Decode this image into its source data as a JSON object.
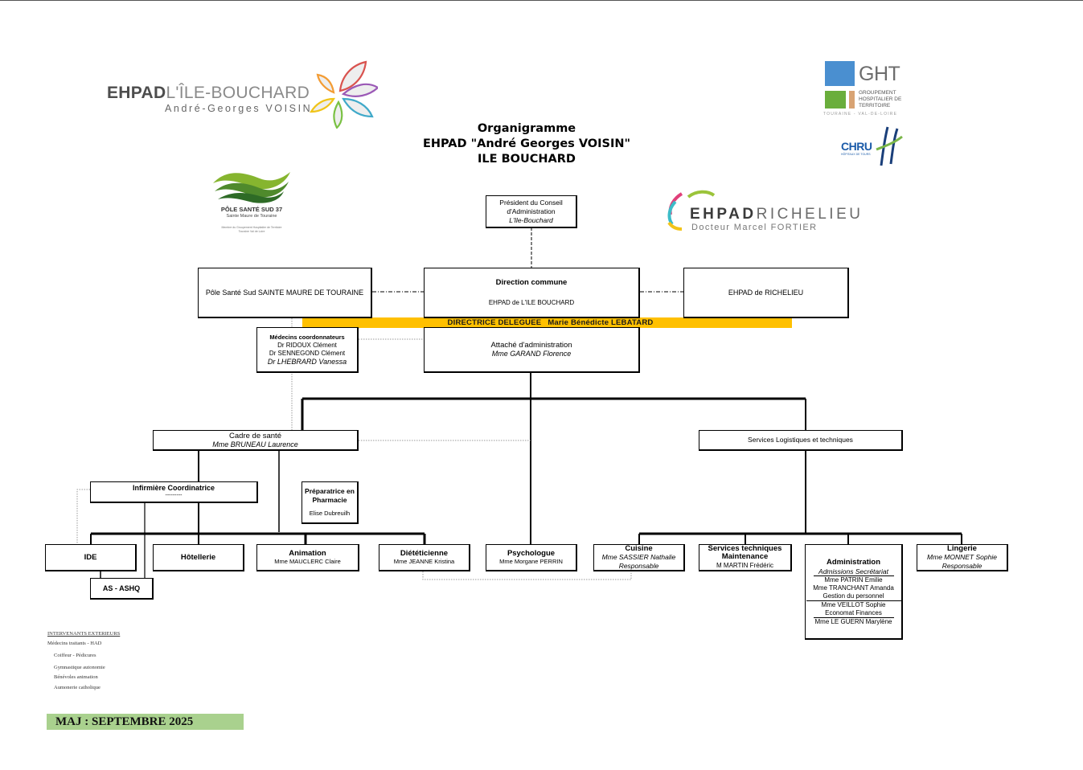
{
  "title": {
    "line1": "Organigramme",
    "line2": "EHPAD \"André Georges VOISIN\"",
    "line3": "ILE BOUCHARD"
  },
  "logos": {
    "ehpad_ile_bouchard": {
      "bold": "EHPAD",
      "light": "L'ÎLE-BOUCHARD",
      "subtitle": "André-Georges VOISIN"
    },
    "ght": {
      "acronym": "GHT",
      "line1": "GROUPEMENT",
      "line2": "HOSPITALIER DE",
      "line3": "TERRITOIRE",
      "region": "TOURAINE  -  VAL-DE-LOIRE"
    },
    "chru": {
      "name": "CHRU",
      "sub": "HÔPITAUX DE TOURS"
    },
    "pole_sante": {
      "name": "PÔLE SANTÉ SUD 37",
      "place": "Sainte Maure de Touraine",
      "note1": "Membre du Groupement Hospitalier de Territoire",
      "note2": "Touraine Val de Loire"
    },
    "ehpad_richelieu": {
      "bold": "EHPAD",
      "light": "RICHELIEU",
      "subtitle": "Docteur Marcel FORTIER"
    }
  },
  "colors": {
    "band": "#FFC000",
    "maj": "#A9D18E",
    "ght_blue": "#4A8FD0",
    "ght_green": "#6AAE3C",
    "ght_tan": "#D8A373"
  },
  "nodes": {
    "president": {
      "line1": "Président du Conseil",
      "line2": "d'Administration",
      "line3": "L'Ile-Bouchard"
    },
    "pole_sud": {
      "label": "Pôle Santé Sud SAINTE MAURE DE TOURAINE"
    },
    "direction": {
      "title": "Direction commune",
      "sub": "EHPAD de L'ILE BOUCHARD"
    },
    "richelieu": {
      "label": "EHPAD de RICHELIEU"
    },
    "directrice": {
      "role": "DIRECTRICE DELEGUEE",
      "name": "Marie Bénédicte LEBATARD"
    },
    "medecins": {
      "title": "Médecins coordonnateurs",
      "m1": "Dr RIDOUX Clément",
      "m2": "Dr SENNEGOND Clément",
      "m3": "Dr LHEBRARD Vanessa"
    },
    "attache": {
      "title": "Attaché d'administration",
      "name": "Mme GARAND Florence"
    },
    "cadre": {
      "title": "Cadre de santé",
      "name": "Mme BRUNEAU Laurence"
    },
    "logistique": {
      "label": "Services Logistiques et techniques"
    },
    "infirmiere": {
      "title": "Infirmière Coordinatrice",
      "name": "---------"
    },
    "preparatrice": {
      "line1": "Préparatrice en",
      "line2": "Pharmacie",
      "name": "Elise Dubreuilh"
    },
    "ide": {
      "label": "IDE"
    },
    "as_ashq": {
      "label": "AS - ASHQ"
    },
    "hotellerie": {
      "label": "Hôtellerie"
    },
    "animation": {
      "title": "Animation",
      "name": "Mme MAUCLERC Claire"
    },
    "dieteticienne": {
      "title": "Diététicienne",
      "name": "Mme JEANNE Kristina"
    },
    "psychologue": {
      "title": "Psychologue",
      "name": "Mme Morgane PERRIN"
    },
    "cuisine": {
      "title": "Cuisine",
      "name": "Mme SASSIER Nathalie",
      "role": "Responsable"
    },
    "services_tech": {
      "line1": "Services techniques",
      "line2": "Maintenance",
      "name": "M MARTIN Frédéric"
    },
    "administration": {
      "title": "Administration",
      "section1": "Admissions Secrétariat",
      "p1": "Mme PATRIN Emilie",
      "p2": "Mme TRANCHANT Amanda",
      "section2": "Gestion du personnel",
      "p3": "Mme VEILLOT Sophie",
      "section3": "Economat Finances",
      "p4": "Mme LE GUERN Marylène"
    },
    "lingerie": {
      "title": "Lingerie",
      "name": "Mme MONNET Sophie",
      "role": "Responsable"
    }
  },
  "intervenants": {
    "heading": "INTERVENANTS EXTERIEURS",
    "items": [
      "Médecins traitants - HAD",
      "Coiffeur  - Pédicures",
      "Gymnastique autonomie",
      "Bénévoles animation",
      "Aumonerie catholique"
    ]
  },
  "maj": "MAJ : SEPTEMBRE 2025"
}
